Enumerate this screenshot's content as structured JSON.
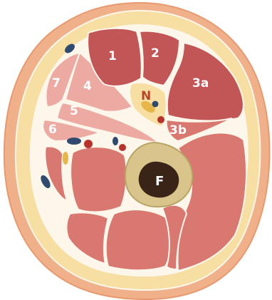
{
  "diagram": {
    "labels": {
      "m1": "1",
      "m2": "2",
      "m3a": "3a",
      "m3b": "3b",
      "m4": "4",
      "m5": "5",
      "m6": "6",
      "m7": "7",
      "nerve": "N",
      "femur": "F"
    },
    "colors": {
      "skin": "#f0b08a",
      "subcutaneous_fat": "#f7dfa4",
      "fascia": "#fdf6ea",
      "deep_muscle": "#c25556",
      "medium_muscle": "#d97870",
      "light_muscle": "#ecaaa2",
      "bone_cortex": "#d9c48b",
      "marrow": "#3a2418",
      "vessel_red": "#b8322d",
      "vessel_blue": "#2f4a6e"
    }
  }
}
